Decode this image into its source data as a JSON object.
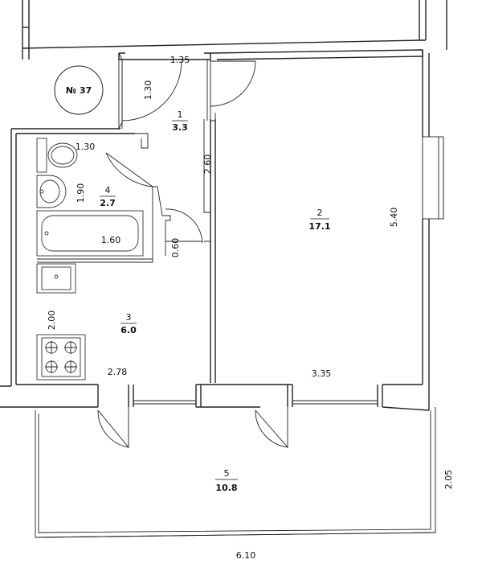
{
  "apartment_number": "№ 37",
  "rooms": [
    {
      "id": "1",
      "area": "3.3"
    },
    {
      "id": "2",
      "area": "17.1"
    },
    {
      "id": "3",
      "area": "6.0"
    },
    {
      "id": "4",
      "area": "2.7"
    },
    {
      "id": "5",
      "area": "10.8"
    }
  ],
  "dimensions": {
    "hall_width": "1.35",
    "hall_depth": "1.30",
    "corridor_length": "2.60",
    "toilet_width": "1.30",
    "bath_depth": "1.90",
    "bath_length": "1.60",
    "bath_door": "0.60",
    "living_depth": "5.40",
    "kitchen_depth": "2.00",
    "kitchen_width": "2.78",
    "living_width": "3.35",
    "balcony_depth": "2.05",
    "total_width": "6.10"
  },
  "tiny_caption": "…"
}
